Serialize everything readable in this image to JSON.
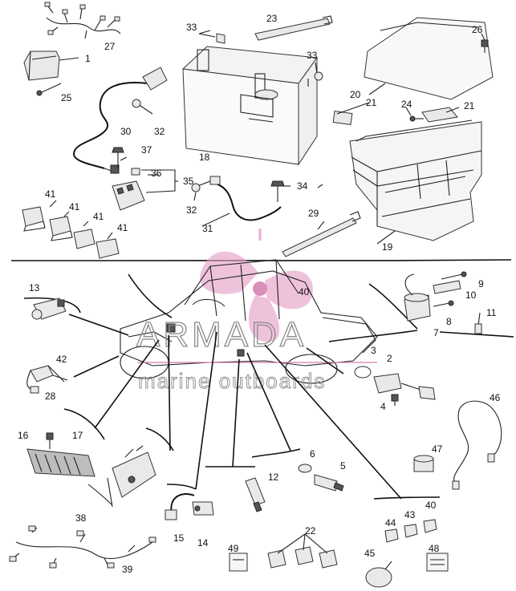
{
  "diagram": {
    "type": "exploded-parts-diagram",
    "callouts": [
      "1",
      "2",
      "3",
      "4",
      "5",
      "6",
      "7",
      "8",
      "9",
      "10",
      "11",
      "12",
      "13",
      "14",
      "15",
      "16",
      "17",
      "18",
      "19",
      "20",
      "21",
      "21",
      "22",
      "23",
      "24",
      "25",
      "26",
      "27",
      "28",
      "29",
      "30",
      "31",
      "32",
      "32",
      "33",
      "33",
      "34",
      "35",
      "36",
      "37",
      "38",
      "39",
      "40",
      "40",
      "41",
      "41",
      "41",
      "41",
      "42",
      "43",
      "44",
      "45",
      "46",
      "47",
      "48",
      "49"
    ]
  },
  "watermark": {
    "brand": "ARMADA",
    "tagline": "marine outboards",
    "colors": {
      "propeller": "#e6a0c8",
      "text": "#9a9a9a"
    }
  }
}
